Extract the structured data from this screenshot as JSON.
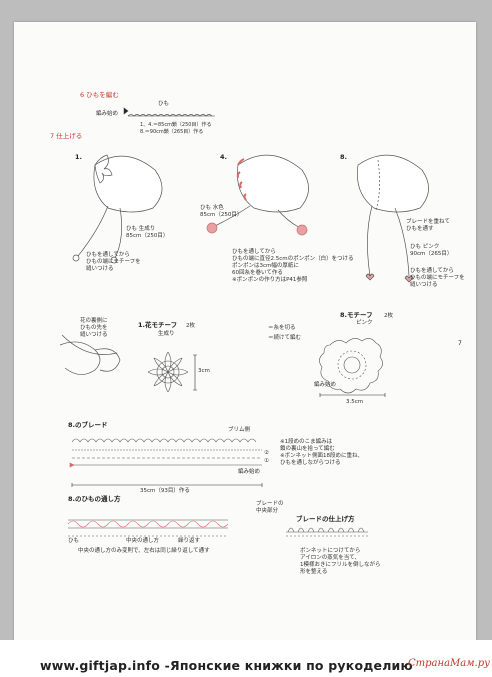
{
  "sections": {
    "himo_title": "6 ひもを編む",
    "himo_label": "ひも",
    "amihajime": "編み始め",
    "himo_rows": [
      "1、4.＝85cm鎖（250目）作る",
      "8.＝90cm鎖（265目）作る"
    ],
    "shiage_title": "7 仕上げる"
  },
  "steps": {
    "s1": {
      "num": "1.",
      "notes": [
        "ひも 生成り",
        "85cm（250目）",
        "ひもを通してから",
        "ひもの端にモチーフを",
        "縫いつける"
      ]
    },
    "s4": {
      "num": "4.",
      "notes": [
        "ひも 水色",
        "85cm（250目）",
        "ひもを通してから",
        "ひもの端に直径2.5cmのポンポン（白）をつける",
        "ポンポンは3cm幅の厚紙に",
        "60回糸を巻いて作る",
        "※ポンポンの作り方はP41参照"
      ]
    },
    "s8": {
      "num": "8.",
      "notes": [
        "ブレードを重ねて",
        "ひもを通す",
        "ひも ピンク",
        "90cm（265目）",
        "ひもを通してから",
        "ひもの端にモチーフを",
        "縫いつける"
      ]
    }
  },
  "motif_note": [
    "花の裏側に",
    "ひもの先を",
    "縫いつける"
  ],
  "motif1": {
    "title": "1.花モチーフ",
    "count": "2枚",
    "color": "生成り",
    "size": "3cm"
  },
  "motif8": {
    "title": "8.モチーフ",
    "count": "2枚",
    "color": "ピンク",
    "size": "3.5cm",
    "amihajime": "編み始め"
  },
  "legend": {
    "cut": "＝糸を切る",
    "join": "＝続けて編む"
  },
  "page_number": "7",
  "braid": {
    "title": "8.のブレード",
    "brim": "ブリム側",
    "width": "35cm（93目）作る",
    "amihajime": "編み始め",
    "row2": "②",
    "row1": "①",
    "note": [
      "※1段めのこま編みは",
      "鎖の裏山を拾って編む",
      "※ボンネット側面18段めに重ね、",
      "ひもを通しながらつける"
    ]
  },
  "lace": {
    "title": "8.のひもの通し方",
    "braid_center": [
      "ブレードの",
      "中央部分"
    ],
    "himo": "ひも",
    "center": "中央の通し方",
    "repeat": "繰り返す",
    "caption": "中央の通し方のみ変則で、左右は同じ繰り返して通す"
  },
  "finish": {
    "title": "ブレードの仕上げ方",
    "note": [
      "ボンネットにつけてから",
      "アイロンの蒸気を当て、",
      "1模様おきにフリルを倒しながら",
      "形を整える"
    ]
  },
  "footer": {
    "text": "www.giftjap.info -Японские книжки по рукоделию",
    "watermark": "СтранаМам.ру"
  }
}
